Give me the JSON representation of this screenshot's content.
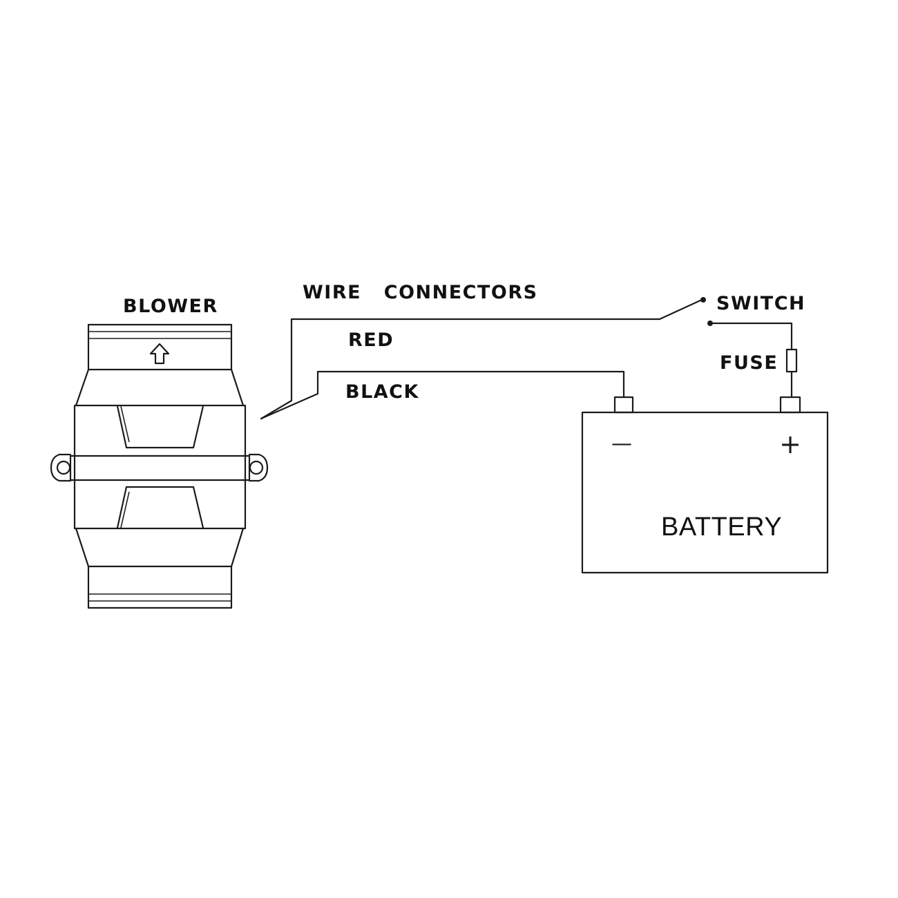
{
  "labels": {
    "blower": "BLOWER",
    "wire_connectors": "WIRE   CONNECTORS",
    "red": "RED",
    "black": "BLACK",
    "switch": "SWITCH",
    "fuse": "FUSE",
    "battery": "BATTERY",
    "minus": "—",
    "plus": "+"
  },
  "colors": {
    "line": "#1a1a1a",
    "background": "#ffffff"
  }
}
